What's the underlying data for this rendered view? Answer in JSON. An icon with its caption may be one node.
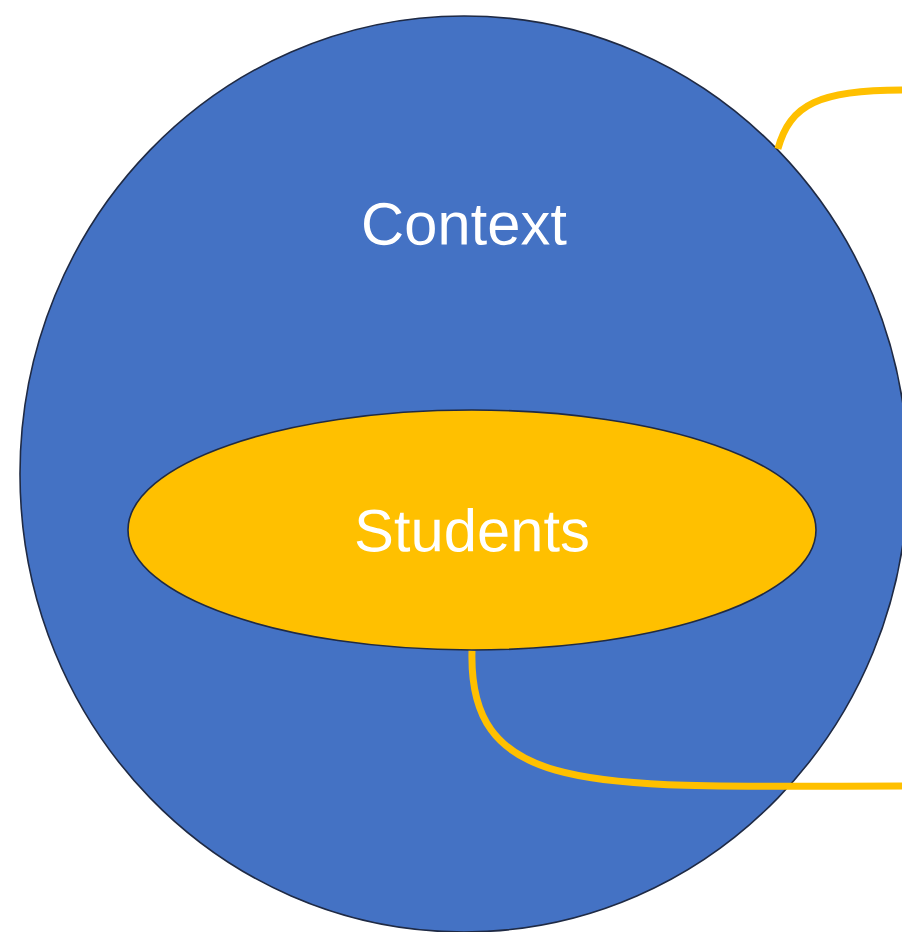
{
  "diagram": {
    "nodes": [
      {
        "text": [
          "Context"
        ]
      },
      {
        "text": [
          "Students"
        ],
        "in": 0
      }
    ],
    "edges": [
      {
        "from": 0,
        "to": null,
        "arrow": "none",
        "color": "#ffc000"
      },
      {
        "from": 1,
        "to": null,
        "arrow": "none",
        "color": "#ffc000"
      }
    ]
  }
}
